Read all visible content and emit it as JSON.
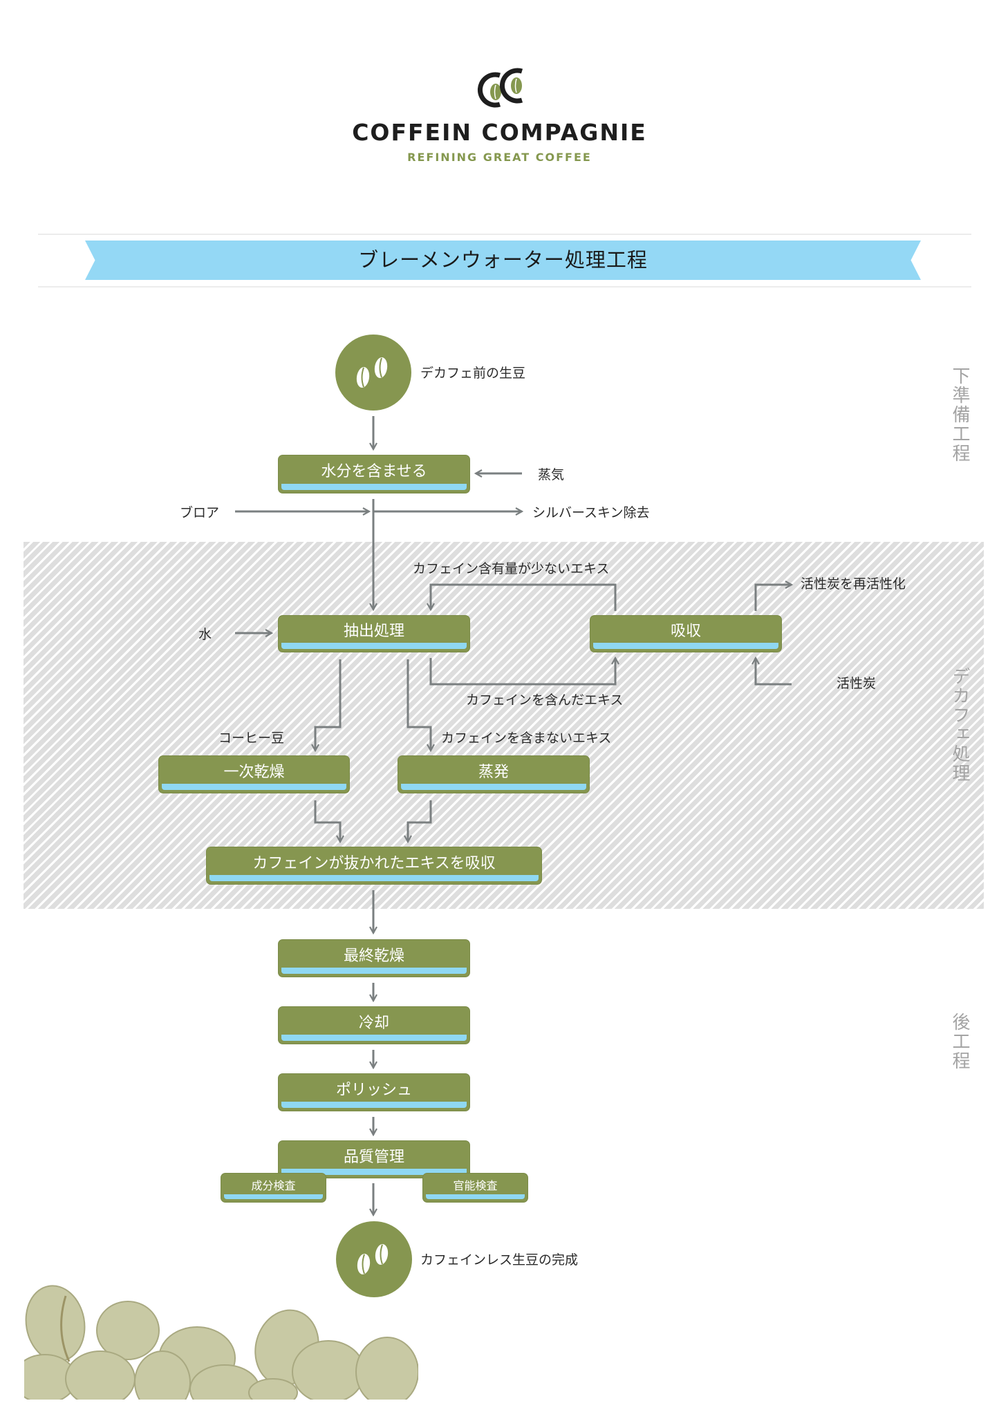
{
  "brand": {
    "name": "COFFEIN COMPAGNIE",
    "tagline": "REFINING GREAT COFFEE",
    "logo_icon": "double-c-coffee-bean-logo",
    "colors": {
      "green": "#869650",
      "blue": "#8fd8f3",
      "banner": "#94d8f5",
      "arrow": "#7a7f80",
      "side_label": "#a4a4a4"
    }
  },
  "title": "ブレーメンウォーター処理工程",
  "stages": {
    "pre": "下準備工程",
    "decaf": "デカフェ処理",
    "post": "後工程"
  },
  "start": {
    "label": "デカフェ前の生豆",
    "icon": "coffee-beans-icon"
  },
  "end": {
    "label": "カフェインレス生豆の完成",
    "icon": "coffee-beans-icon"
  },
  "steps": {
    "moisten": "水分を含ませる",
    "extract": "抽出処理",
    "absorb": "吸収",
    "primary_dry": "一次乾燥",
    "evaporate": "蒸発",
    "absorb_decaf_extract": "カフェインが抜かれたエキスを吸収",
    "final_dry": "最終乾燥",
    "cool": "冷却",
    "polish": "ポリッシュ",
    "quality": "品質管理",
    "component_test": "成分検査",
    "sensory_test": "官能検査"
  },
  "inputs_outputs": {
    "steam": "蒸気",
    "blower": "ブロア",
    "silverskin": "シルバースキン除去",
    "water": "水",
    "low_caffeine_extract": "カフェイン含有量が少ないエキス",
    "caffeine_extract": "カフェインを含んだエキス",
    "reactivate_carbon": "活性炭を再活性化",
    "activated_carbon": "活性炭",
    "coffee_beans": "コーヒー豆",
    "caffeine_free_extract": "カフェインを含まないエキス"
  },
  "photo": {
    "icon": "green-coffee-beans-photo"
  }
}
